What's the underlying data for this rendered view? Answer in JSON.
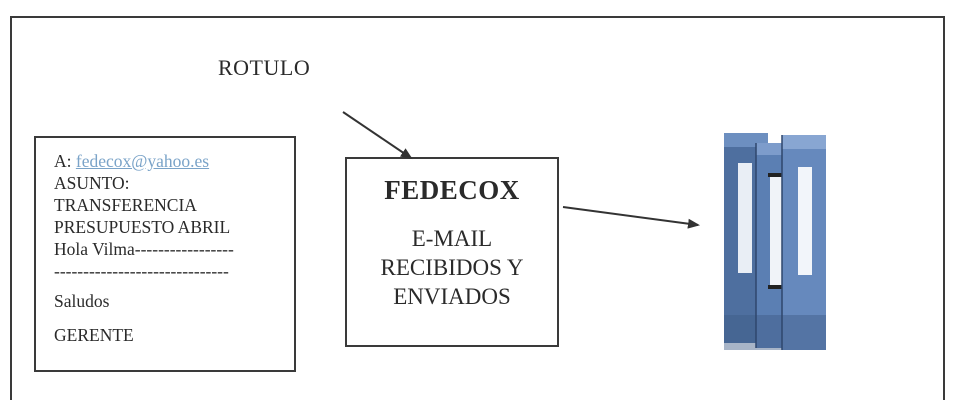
{
  "label": {
    "rotulo": "ROTULO"
  },
  "email": {
    "to_prefix": "A: ",
    "to_address": "fedecox@yahoo.es",
    "subject_label": "ASUNTO:",
    "subject_line1": "TRANSFERENCIA",
    "subject_line2": "PRESUPUESTO ABRIL",
    "greeting": "Hola Vilma-----------------",
    "divider": "------------------------------",
    "closing": "Saludos",
    "signature": "GERENTE"
  },
  "folder": {
    "title": "FEDECOX",
    "line1": "E-MAIL",
    "line2": "RECIBIDOS Y",
    "line3": "ENVIADOS"
  },
  "icons": [
    "arrow-icon",
    "binders-icon"
  ],
  "colors": {
    "binder_blue": "#5b7fb3",
    "link_blue": "#7aa3c8",
    "border": "#3a3a3a"
  }
}
